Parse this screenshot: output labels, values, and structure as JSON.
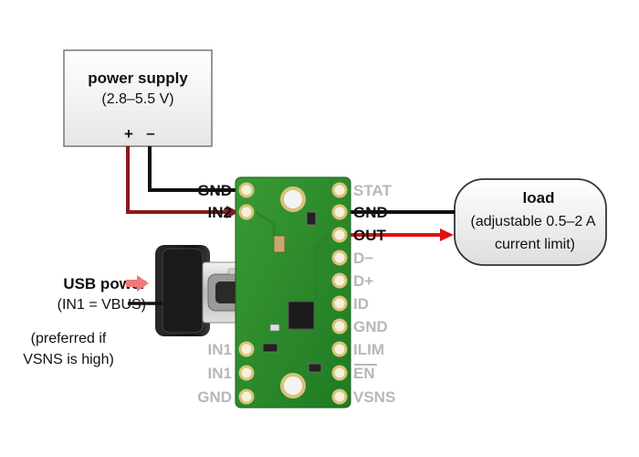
{
  "power_supply": {
    "title": "power supply",
    "range": "(2.8–5.5 V)",
    "plus": "+",
    "minus": "–"
  },
  "load": {
    "title": "load",
    "line1": "(adjustable 0.5–2 A",
    "line2": "current limit)"
  },
  "usb": {
    "title": "USB power",
    "subtitle": "(IN1 = VBUS)",
    "note1": "(preferred if",
    "note2": "VSNS is high)"
  },
  "pins_left": [
    "GND",
    "IN2",
    "IN1",
    "IN1",
    "GND"
  ],
  "pins_right": [
    "STAT",
    "GND",
    "OUT",
    "D−",
    "D+",
    "ID",
    "GND",
    "ILIM",
    "EN",
    "VSNS"
  ],
  "colors": {
    "wire_red": "#8b1a1a",
    "arrow_red": "#e01010",
    "arrow_pink": "#f07878",
    "pcb_green": "#2e8b2e",
    "pad_gold": "#d8c27a",
    "muted_label": "#b8b8b8"
  }
}
